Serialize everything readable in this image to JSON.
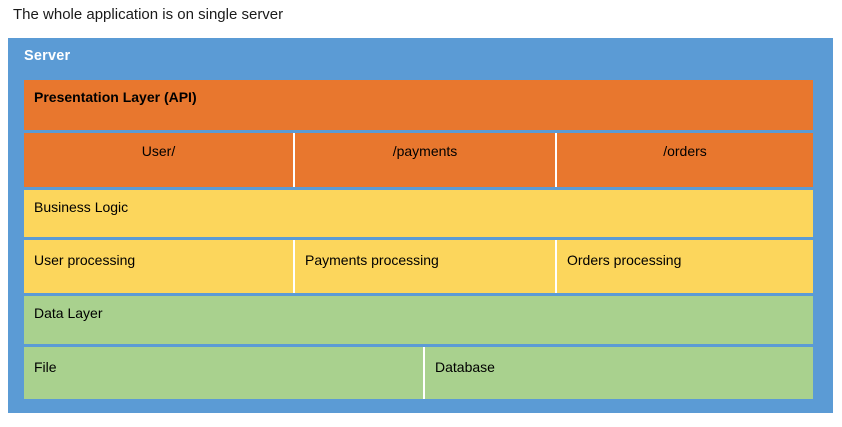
{
  "caption": "The whole application is on single server",
  "colors": {
    "server": "#5B9BD5",
    "presentation": "#E8772E",
    "business": "#FCD65C",
    "data": "#A9D18E",
    "divider": "#FFFFFF",
    "text": "#000000",
    "server_label_text": "#FFFFFF",
    "page_background": "#FFFFFF"
  },
  "server": {
    "label": "Server",
    "layers": [
      {
        "id": "presentation",
        "title": "Presentation Layer (API)",
        "title_bold": true,
        "title_align": "left",
        "cells_align": "center",
        "cells": [
          {
            "label": "User/"
          },
          {
            "label": "/payments"
          },
          {
            "label": "/orders"
          }
        ]
      },
      {
        "id": "business",
        "title": "Business Logic",
        "title_bold": false,
        "title_align": "left",
        "cells_align": "left",
        "cells": [
          {
            "label": "User processing"
          },
          {
            "label": "Payments processing"
          },
          {
            "label": "Orders processing"
          }
        ]
      },
      {
        "id": "data",
        "title": "Data Layer",
        "title_bold": false,
        "title_align": "left",
        "cells_align": "left",
        "cells": [
          {
            "label": "File"
          },
          {
            "label": "Database"
          }
        ]
      }
    ]
  }
}
